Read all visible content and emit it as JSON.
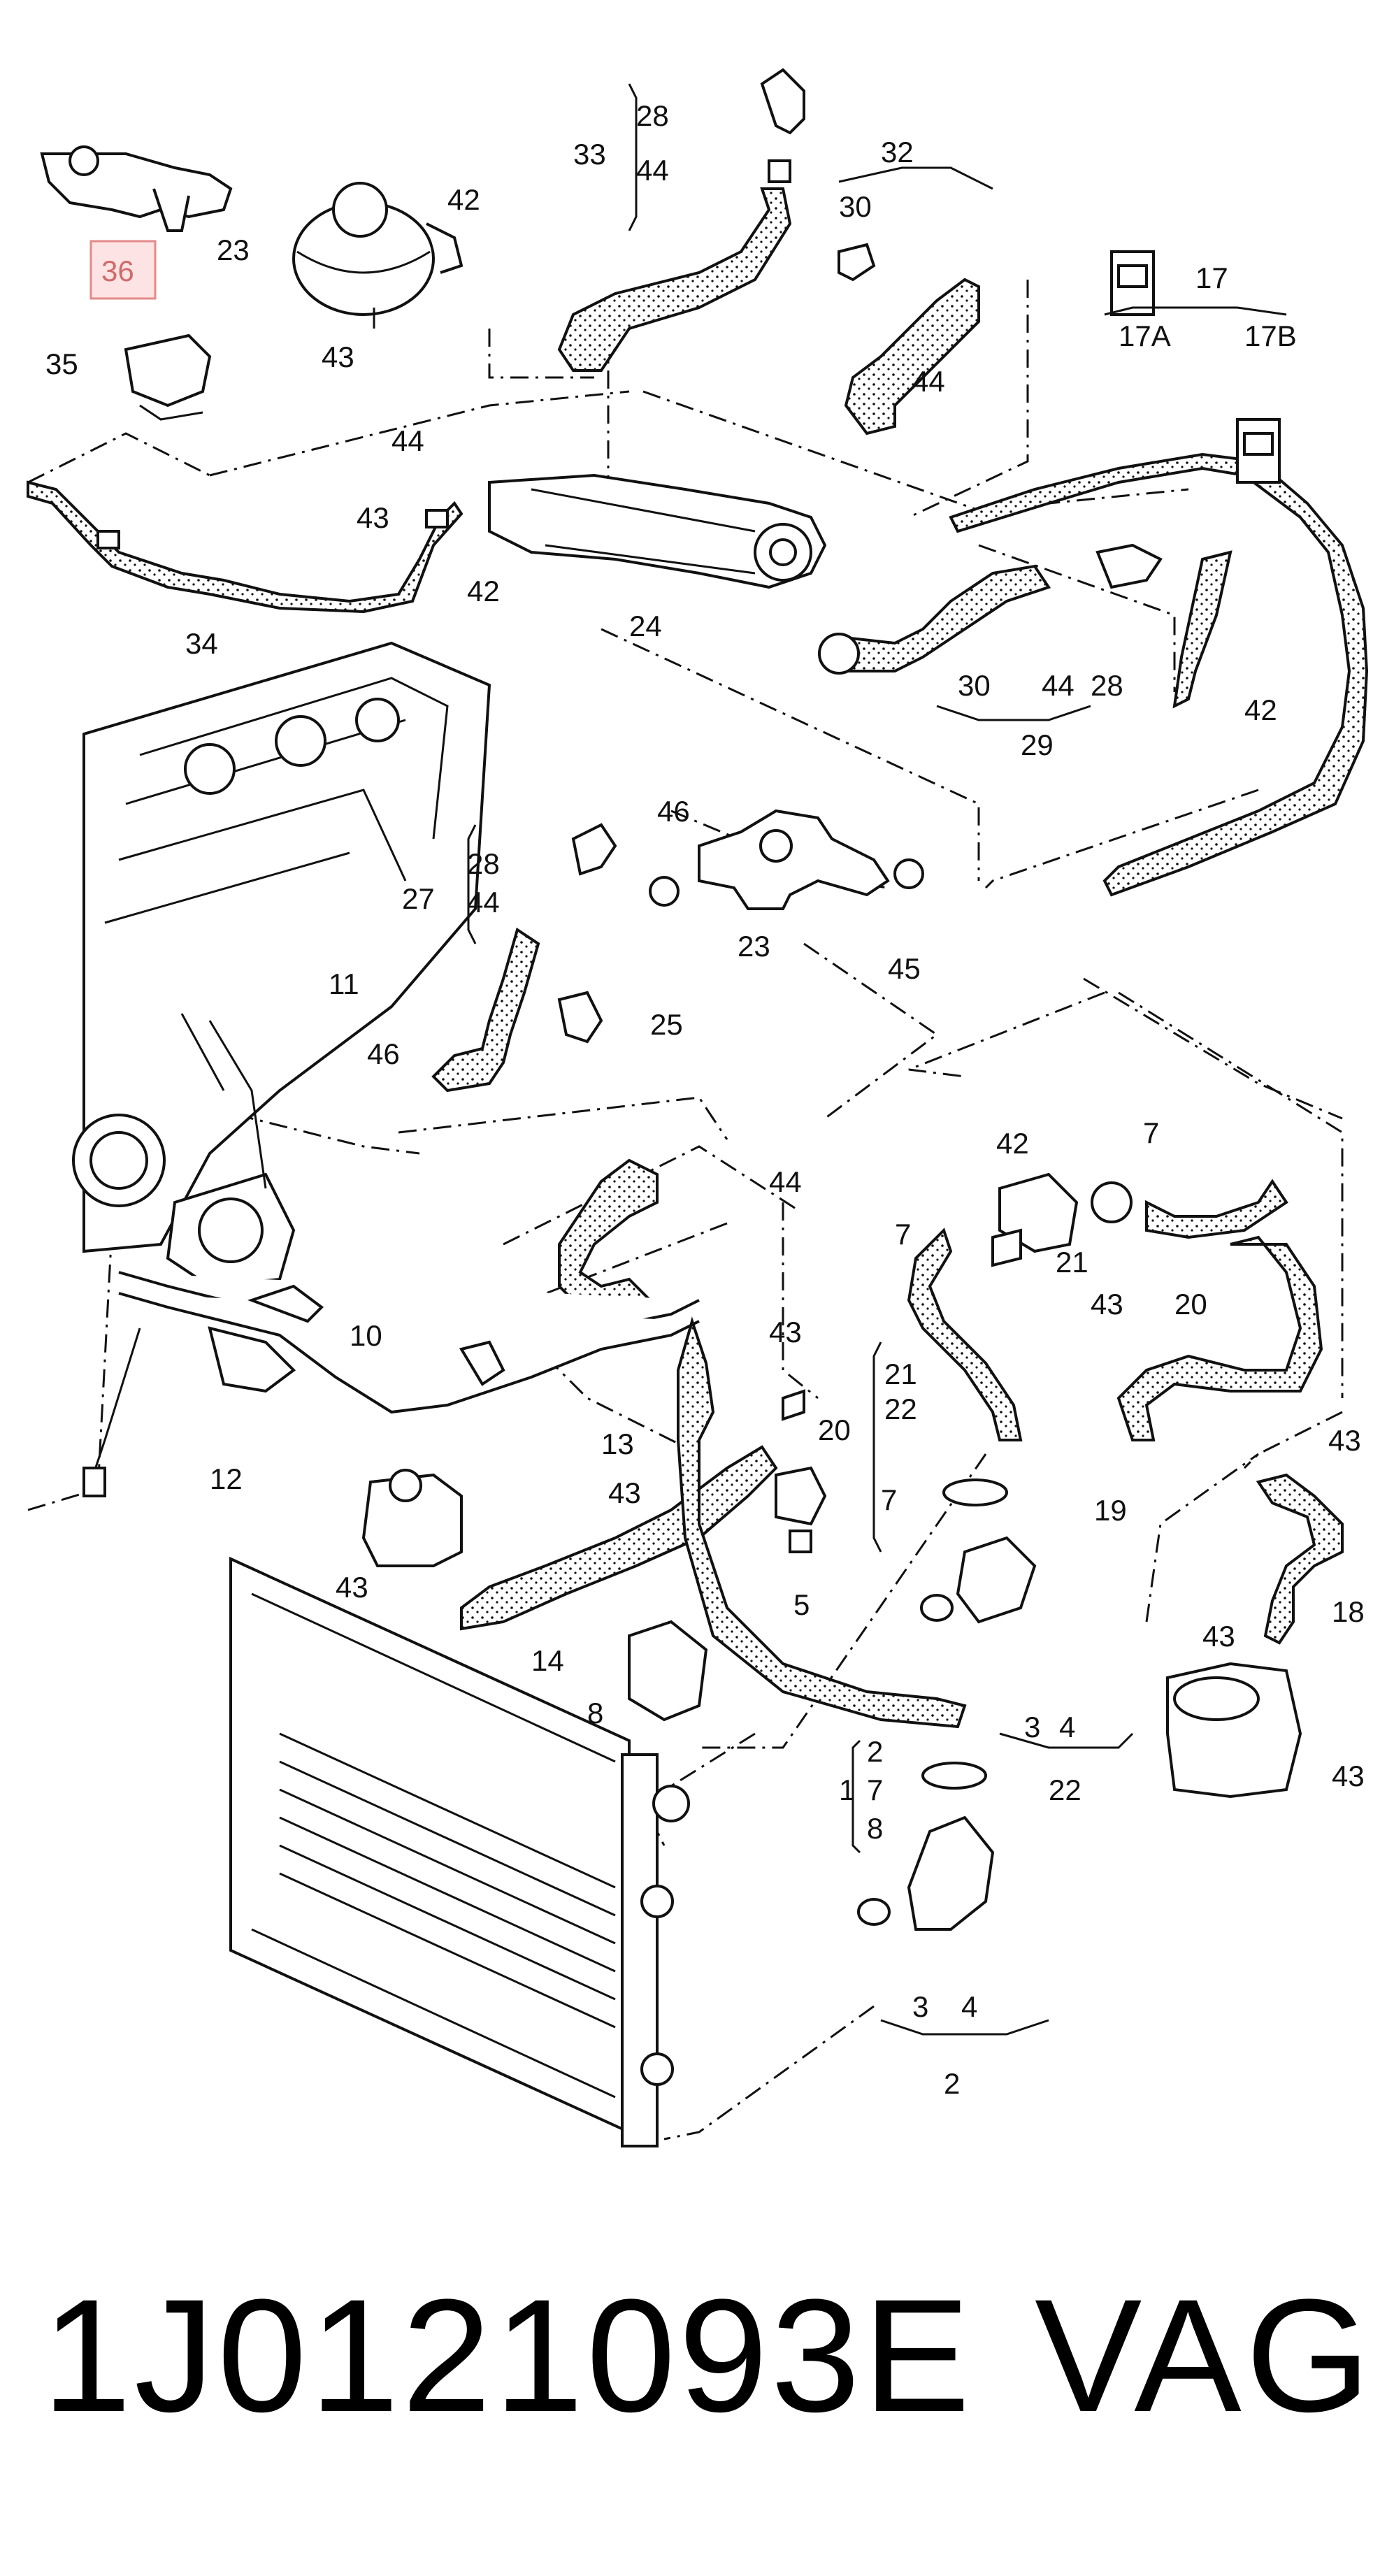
{
  "highlighted_part": "36",
  "callouts": [
    "36",
    "23",
    "42",
    "43",
    "35",
    "28",
    "33",
    "44",
    "32",
    "30",
    "44",
    "17",
    "17A",
    "17B",
    "44",
    "43",
    "34",
    "24",
    "42",
    "30",
    "44",
    "28",
    "29",
    "42",
    "46",
    "28",
    "27",
    "44",
    "23",
    "45",
    "11",
    "25",
    "46",
    "42",
    "7",
    "44",
    "7",
    "21",
    "43",
    "20",
    "10",
    "43",
    "13",
    "12",
    "43",
    "20",
    "21",
    "22",
    "7",
    "19",
    "43",
    "43",
    "14",
    "5",
    "8",
    "18",
    "43",
    "3",
    "4",
    "22",
    "43",
    "1",
    "2",
    "7",
    "8",
    "3",
    "4",
    "2"
  ],
  "footer": {
    "part_number": "1J0121093E",
    "brand": "VAG"
  }
}
